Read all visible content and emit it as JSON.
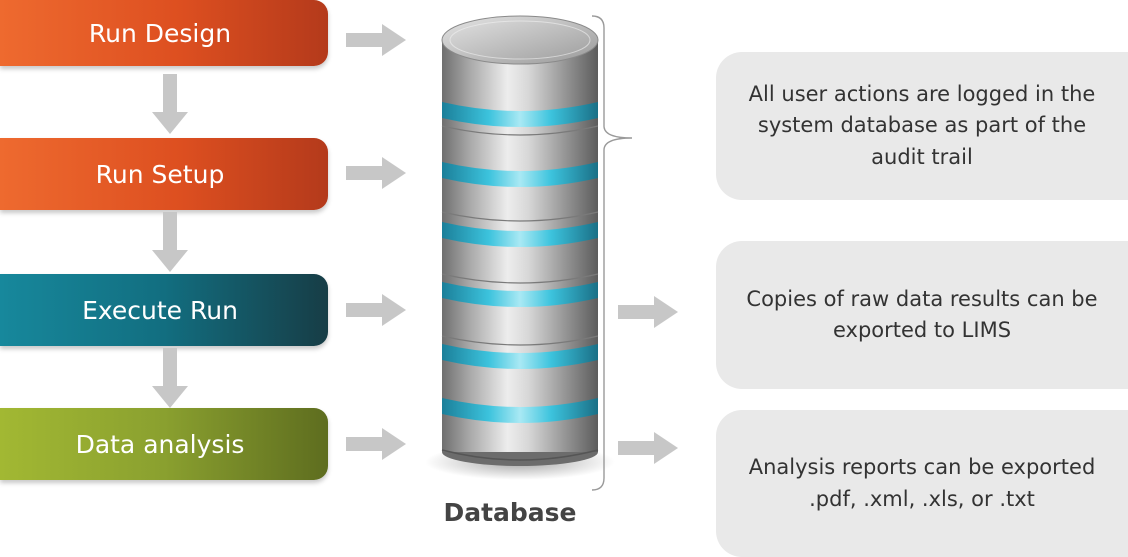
{
  "steps": [
    {
      "label": "Run Design"
    },
    {
      "label": "Run Setup"
    },
    {
      "label": "Execute Run"
    },
    {
      "label": "Data analysis"
    }
  ],
  "database": {
    "label": "Database"
  },
  "notes": [
    {
      "text": "All user actions are logged in the system database as part of the audit trail"
    },
    {
      "text": "Copies of raw data results can be exported to LIMS"
    },
    {
      "text": "Analysis reports can be exported .pdf, .xml, .xls, or .txt"
    }
  ],
  "colors": {
    "orange": "#dd4f20",
    "teal": "#126e80",
    "green": "#8aa02f",
    "arrow_gray": "#c7c7c7",
    "ring_teal": "#2fb6d4",
    "note_bg": "#e9e9e9"
  },
  "icons": [
    "arrow-down-icon",
    "arrow-right-icon",
    "database-cylinder-icon",
    "brace-icon"
  ]
}
